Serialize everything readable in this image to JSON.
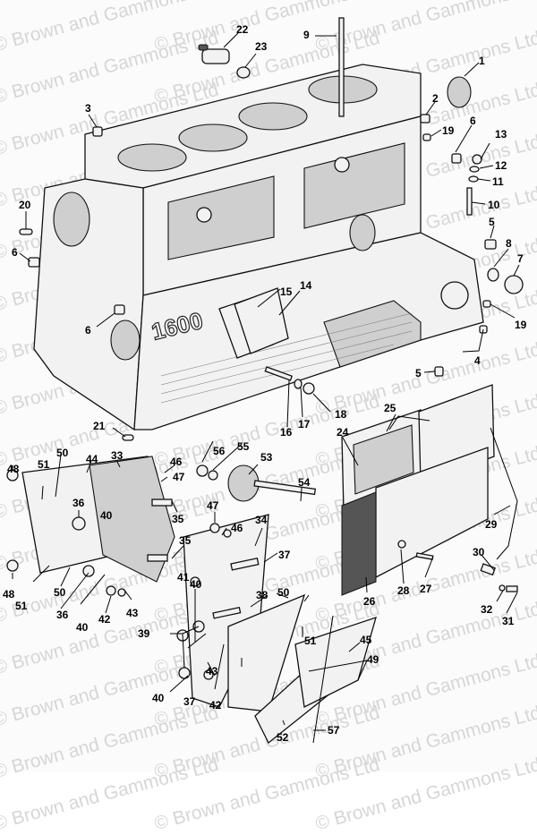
{
  "diagram": {
    "title": "Engine block exploded view",
    "block_marking": "1600",
    "watermark_text": "© Brown and Gammons Ltd",
    "callouts": [
      {
        "id": "1",
        "text": "1"
      },
      {
        "id": "2",
        "text": "2"
      },
      {
        "id": "3",
        "text": "3"
      },
      {
        "id": "4",
        "text": "4"
      },
      {
        "id": "5a",
        "text": "5"
      },
      {
        "id": "5b",
        "text": "5"
      },
      {
        "id": "6a",
        "text": "6"
      },
      {
        "id": "6b",
        "text": "6"
      },
      {
        "id": "6c",
        "text": "6"
      },
      {
        "id": "7",
        "text": "7"
      },
      {
        "id": "8",
        "text": "8"
      },
      {
        "id": "9",
        "text": "9"
      },
      {
        "id": "10",
        "text": "10"
      },
      {
        "id": "11",
        "text": "11"
      },
      {
        "id": "12",
        "text": "12"
      },
      {
        "id": "13",
        "text": "13"
      },
      {
        "id": "14",
        "text": "14"
      },
      {
        "id": "15",
        "text": "15"
      },
      {
        "id": "16",
        "text": "16"
      },
      {
        "id": "17",
        "text": "17"
      },
      {
        "id": "18",
        "text": "18"
      },
      {
        "id": "19a",
        "text": "19"
      },
      {
        "id": "19b",
        "text": "19"
      },
      {
        "id": "20",
        "text": "20"
      },
      {
        "id": "21",
        "text": "21"
      },
      {
        "id": "22",
        "text": "22"
      },
      {
        "id": "23",
        "text": "23"
      },
      {
        "id": "24",
        "text": "24"
      },
      {
        "id": "25",
        "text": "25"
      },
      {
        "id": "26",
        "text": "26"
      },
      {
        "id": "27",
        "text": "27"
      },
      {
        "id": "28",
        "text": "28"
      },
      {
        "id": "29",
        "text": "29"
      },
      {
        "id": "30",
        "text": "30"
      },
      {
        "id": "31",
        "text": "31"
      },
      {
        "id": "32",
        "text": "32"
      },
      {
        "id": "33",
        "text": "33"
      },
      {
        "id": "34",
        "text": "34"
      },
      {
        "id": "35a",
        "text": "35"
      },
      {
        "id": "35b",
        "text": "35"
      },
      {
        "id": "36a",
        "text": "36"
      },
      {
        "id": "36b",
        "text": "36"
      },
      {
        "id": "37a",
        "text": "37"
      },
      {
        "id": "37b",
        "text": "37"
      },
      {
        "id": "38",
        "text": "38"
      },
      {
        "id": "39",
        "text": "39"
      },
      {
        "id": "40a",
        "text": "40"
      },
      {
        "id": "40b",
        "text": "40"
      },
      {
        "id": "40c",
        "text": "40"
      },
      {
        "id": "40d",
        "text": "40"
      },
      {
        "id": "41",
        "text": "41"
      },
      {
        "id": "42a",
        "text": "42"
      },
      {
        "id": "42b",
        "text": "42"
      },
      {
        "id": "43a",
        "text": "43"
      },
      {
        "id": "43b",
        "text": "43"
      },
      {
        "id": "44",
        "text": "44"
      },
      {
        "id": "45",
        "text": "45"
      },
      {
        "id": "46a",
        "text": "46"
      },
      {
        "id": "46b",
        "text": "46"
      },
      {
        "id": "47a",
        "text": "47"
      },
      {
        "id": "47b",
        "text": "47"
      },
      {
        "id": "48a",
        "text": "48"
      },
      {
        "id": "48b",
        "text": "48"
      },
      {
        "id": "49",
        "text": "49"
      },
      {
        "id": "50a",
        "text": "50"
      },
      {
        "id": "50b",
        "text": "50"
      },
      {
        "id": "50c",
        "text": "50"
      },
      {
        "id": "51a",
        "text": "51"
      },
      {
        "id": "51b",
        "text": "51"
      },
      {
        "id": "51c",
        "text": "51"
      },
      {
        "id": "52",
        "text": "52"
      },
      {
        "id": "53",
        "text": "53"
      },
      {
        "id": "54",
        "text": "54"
      },
      {
        "id": "55",
        "text": "55"
      },
      {
        "id": "56",
        "text": "56"
      },
      {
        "id": "57",
        "text": "57"
      }
    ]
  }
}
